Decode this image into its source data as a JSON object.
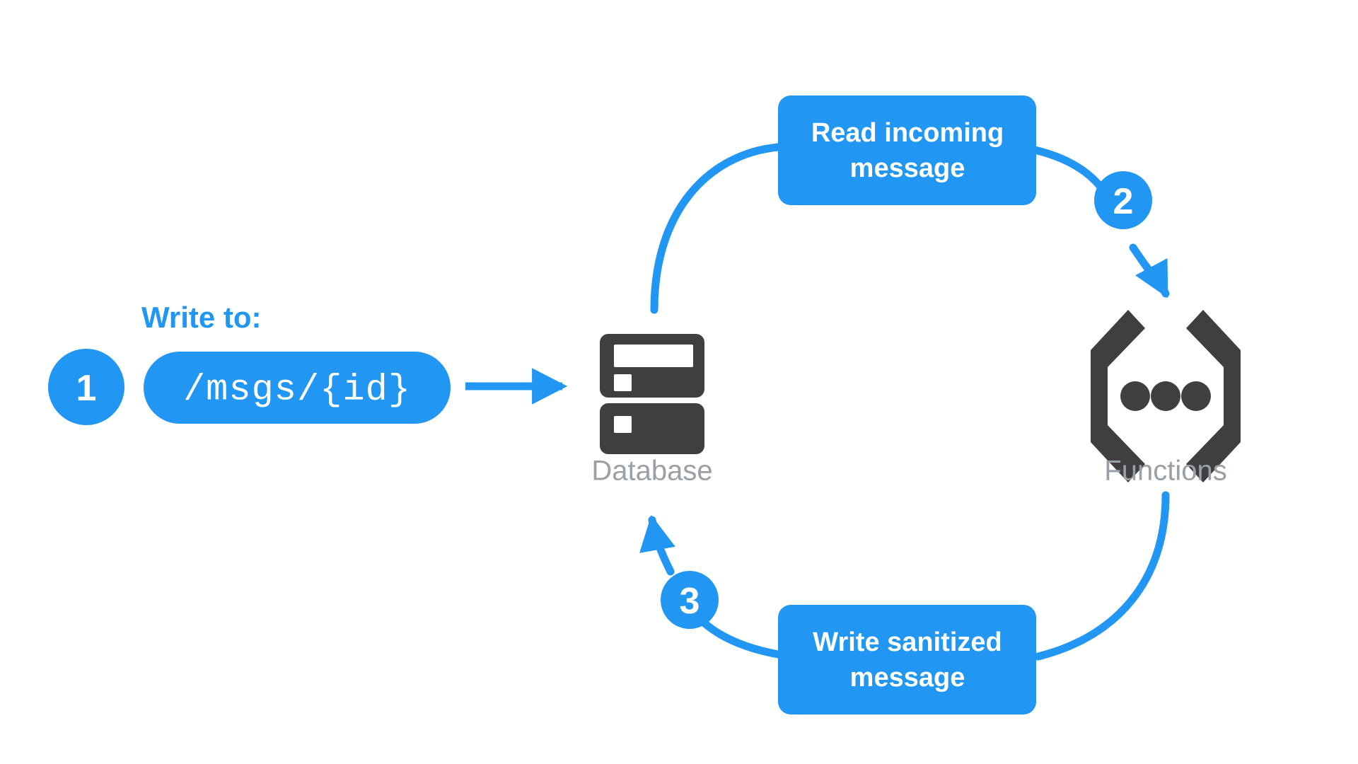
{
  "diagram": {
    "title": "Firebase message sanitization flow",
    "background_color": "#ffffff",
    "accent_color": "#2196f3",
    "icon_color": "#3f3f3f",
    "label_color": "#9aa0a6",
    "text_on_accent": "#ffffff"
  },
  "write_to": {
    "label": "Write to:",
    "badge": "1",
    "path_value": "/msgs/{id}"
  },
  "nodes": [
    {
      "id": "database",
      "label": "Database",
      "icon": "database-icon"
    },
    {
      "id": "functions",
      "label": "Functions",
      "icon": "functions-brackets-icon"
    }
  ],
  "steps": [
    {
      "badge": "2",
      "line1": "Read incoming",
      "line2": "message"
    },
    {
      "badge": "3",
      "line1": "Write sanitized",
      "line2": "message"
    }
  ],
  "boxes": {
    "read": {
      "line1": "Read incoming",
      "line2": "message"
    },
    "write": {
      "line1": "Write sanitized",
      "line2": "message"
    }
  },
  "badges": {
    "one": "1",
    "two": "2",
    "three": "3"
  }
}
